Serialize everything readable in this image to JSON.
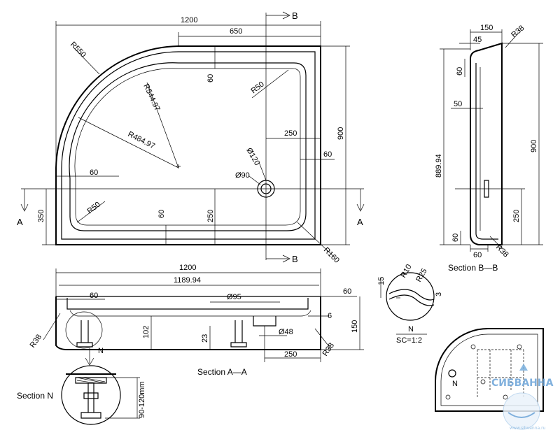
{
  "plan": {
    "width_total": "1200",
    "width_straight": "650",
    "depth_total": "900",
    "r550": "R550",
    "r544": "R544.97",
    "r484": "R484.97",
    "r50_top": "R50",
    "r50_bottom": "R50",
    "r160": "R160",
    "d120": "Ø120",
    "d90": "Ø90",
    "dim_60_top": "60",
    "dim_60_right": "60",
    "dim_60_left": "60",
    "dim_60_bottom": "60",
    "dim_250_h": "250",
    "dim_250_v": "250",
    "dim_350": "350",
    "cut_a_left": "A",
    "cut_a_right": "A",
    "cut_b_top": "B",
    "cut_b_bottom": "B"
  },
  "section_aa": {
    "title": "Section   A—A",
    "w1200": "1200",
    "w1189": "1189.94",
    "dim_60_l": "60",
    "dim_60_r": "60",
    "d95": "Ø95",
    "d48": "Ø48",
    "dim_6": "6",
    "dim_150": "150",
    "dim_102": "102",
    "dim_23": "23",
    "dim_250": "250",
    "r38_l": "R38",
    "r38_r": "R38",
    "n_marker": "N"
  },
  "section_bb": {
    "title": "Section  B—B",
    "dim_150": "150",
    "dim_45": "45",
    "r38_top": "R38",
    "r38_bottom": "R38",
    "dim_60_top": "60",
    "dim_50": "50",
    "dim_889": "889.94",
    "dim_900": "900",
    "dim_250": "250",
    "dim_60_bottom": "60",
    "dim_60_low": "60"
  },
  "detail_n": {
    "r10": "R10",
    "r25": "R25",
    "dim_15": "15",
    "dim_3": "3",
    "label_n": "N",
    "scale": "SC=1:2"
  },
  "section_n": {
    "title": "Section  N",
    "height_range": "90-120mm"
  },
  "mini_plan": {
    "n_marker": "N"
  },
  "watermark": {
    "brand": "СИБВАННА",
    "url": "www.sibvanna.ru"
  }
}
